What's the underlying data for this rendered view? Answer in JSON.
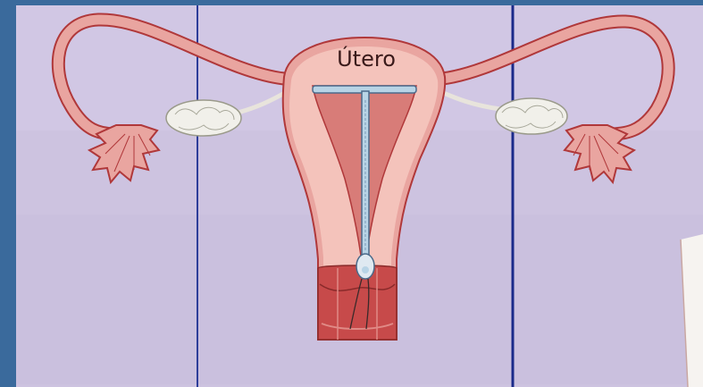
{
  "diagram": {
    "labels": {
      "uterus": "Útero"
    },
    "colors": {
      "slide_background": "#3a6a9c",
      "paper": "#cfc5e2",
      "ruled_line": "#2d3d9a",
      "ruled_line_dark": "#1a2a8a",
      "tissue_outer": "#e9a5a0",
      "tissue_inner": "#f4c3bb",
      "tissue_stroke": "#b0383a",
      "cavity": "#d87c78",
      "ovary": "#f1f0ea",
      "iud": "#b8d4e6",
      "cervix": "#c74a4a"
    },
    "icons": [
      "uterus-illustration",
      "iud-device",
      "left-ovary",
      "right-ovary",
      "left-fallopian-tube",
      "right-fallopian-tube"
    ]
  }
}
